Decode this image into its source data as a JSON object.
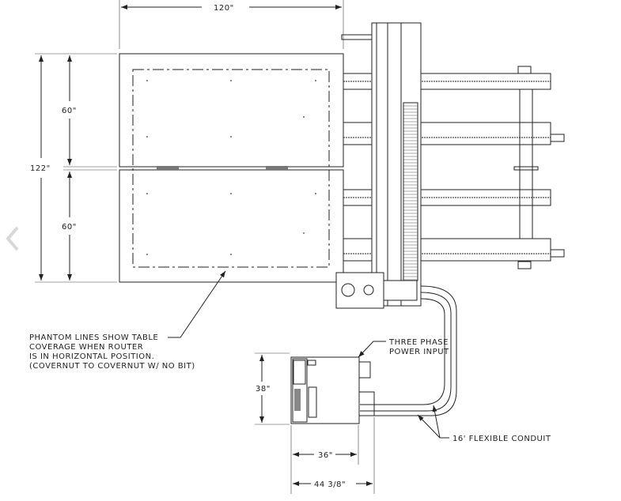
{
  "drawing": {
    "dim_width": "120\"",
    "dim_total_height": "122\"",
    "dim_top_half": "60\"",
    "dim_bottom_half": "60\"",
    "note_phantom": [
      "PHANTOM LINES SHOW TABLE",
      "COVERAGE WHEN ROUTER",
      "IS IN HORIZONTAL POSITION.",
      "(COVERNUT TO COVERNUT W/ NO BIT)"
    ],
    "note_power": [
      "THREE PHASE",
      "POWER INPUT"
    ],
    "note_conduit": "16' FLEXIBLE CONDUIT",
    "dim_cabinet_height": "38\"",
    "dim_cabinet_width": "36\"",
    "dim_cabinet_overall": "44 3/8\""
  },
  "viewer": {
    "prev_icon": "chevron-left-icon"
  }
}
